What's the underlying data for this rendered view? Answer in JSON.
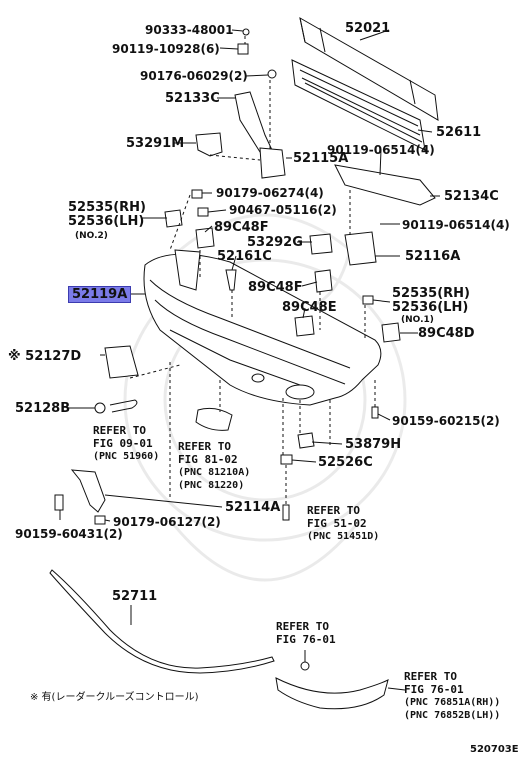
{
  "labels": {
    "p90333": "90333-48001",
    "p90119a": "90119-10928(6)",
    "p52021": "52021",
    "p90176": "90176-06029(2)",
    "p52133C": "52133C",
    "p52611": "52611",
    "p53291M": "53291M",
    "p90119b": "90119-06514(4)",
    "p52115A": "52115A",
    "p52134C": "52134C",
    "p90179a": "90179-06274(4)",
    "p52535a": "52535(RH)",
    "p52536a": "52536(LH)",
    "no2": "(NO.2)",
    "p90467": "90467-05116(2)",
    "p90119c": "90119-06514(4)",
    "p89C48Fa": "89C48F",
    "p53292G": "53292G",
    "p52116A": "52116A",
    "p52161C": "52161C",
    "p89C48Fb": "89C48F",
    "p52119A": "52119A",
    "p52535b": "52535(RH)",
    "p52536b": "52536(LH)",
    "p89C48E": "89C48E",
    "no1": "(NO.1)",
    "p89C48D": "89C48D",
    "p52127D": "※ 52127D",
    "p52128B": "52128B",
    "p90159a": "90159-60215(2)",
    "p53879H": "53879H",
    "p52526C": "52526C",
    "p52114A": "52114A",
    "p90179b": "90179-06127(2)",
    "p90159b": "90159-60431(2)",
    "p52711": "52711"
  },
  "refs": {
    "r1": {
      "line1": "REFER TO",
      "line2": "FIG 09-01",
      "line3": "(PNC 51960)"
    },
    "r2": {
      "line1": "REFER TO",
      "line2": "FIG 81-02",
      "line3": "(PNC 81210A)",
      "line4": "(PNC 81220)"
    },
    "r3": {
      "line1": "REFER TO",
      "line2": "FIG 51-02",
      "line3": "(PNC 51451D)"
    },
    "r4": {
      "line1": "REFER TO",
      "line2": "FIG 76-01"
    },
    "r5": {
      "line1": "REFER TO",
      "line2": "FIG 76-01",
      "line3": "(PNC 76851A(RH))",
      "line4": "(PNC 76852B(LH))"
    }
  },
  "footnote": "※ 有(レーダークルーズコントロール)",
  "diagram_id": "520703E"
}
